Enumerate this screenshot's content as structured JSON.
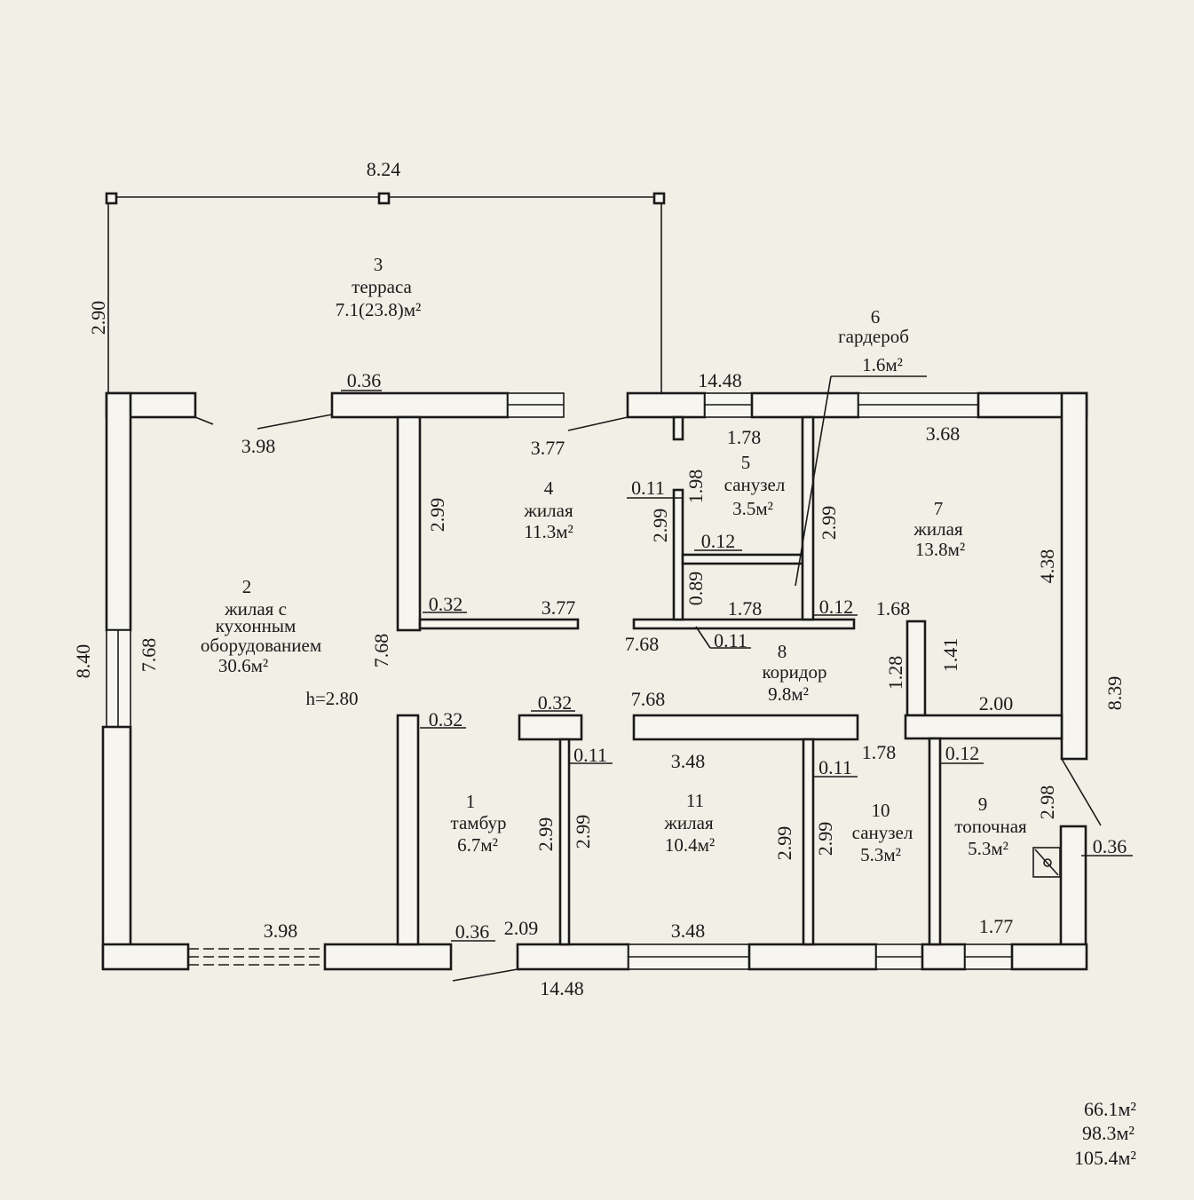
{
  "terrace": {
    "num": "3",
    "name": "терраса",
    "area": "7.1(23.8)м²"
  },
  "rooms": [
    {
      "num": "1",
      "line1": "тамбур",
      "area": "6.7м²"
    },
    {
      "num": "2",
      "line1": "жилая с",
      "line2": "кухонным",
      "line3": "оборудованием",
      "area": "30.6м²",
      "height": "h=2.80"
    },
    {
      "num": "4",
      "line1": "жилая",
      "area": "11.3м²"
    },
    {
      "num": "5",
      "line1": "санузел",
      "area": "3.5м²"
    },
    {
      "num": "6",
      "line1": "гардероб",
      "area": "1.6м²"
    },
    {
      "num": "7",
      "line1": "жилая",
      "area": "13.8м²"
    },
    {
      "num": "8",
      "line1": "коридор",
      "area": "9.8м²"
    },
    {
      "num": "9",
      "line1": "топочная",
      "area": "5.3м²"
    },
    {
      "num": "10",
      "line1": "санузел",
      "area": "5.3м²"
    },
    {
      "num": "11",
      "line1": "жилая",
      "area": "10.4м²"
    }
  ],
  "dimensions": {
    "terrace_width": "8.24",
    "terrace_depth": "2.90",
    "overall_width_top": "14.48",
    "overall_width_bottom": "14.48",
    "overall_depth_left": "8.40",
    "overall_depth_right": "8.39",
    "wall_036_top": "0.36",
    "wall_036_bottom": "0.36",
    "wall_036_right": "0.36",
    "room2_top_width": "3.98",
    "room2_bottom_width": "3.98",
    "room2_depth_left": "7.68",
    "room2_depth_right": "7.68",
    "room4_top_width": "3.77",
    "room4_bottom_width": "3.77",
    "room4_depth_left": "2.99",
    "room4_depth_right": "2.99",
    "room4_wall_left": "0.32",
    "room4_wall_right": "0.11",
    "room5_width_top": "1.78",
    "room5_depth": "1.98",
    "room5_wall": "0.12",
    "room6_depth": "0.89",
    "room6_width": "1.78",
    "room6_wall": "0.12",
    "room7_width": "3.68",
    "room7_depth_left": "2.99",
    "room7_depth_right": "4.38",
    "corridor_len_left": "7.68",
    "corridor_wall": "0.11",
    "corridor_len_mid": "7.68",
    "corridor_step_width": "1.68",
    "corridor_step_depth1": "1.28",
    "corridor_step_depth2": "1.41",
    "room9_width_top": "2.00",
    "room9_width_bottom": "1.77",
    "room9_depth": "2.98",
    "room9_wall": "0.12",
    "room10_width_top": "1.78",
    "room10_depth_left": "2.99",
    "room10_depth_right": "2.99",
    "room10_wall": "0.11",
    "room11_width_top": "3.48",
    "room11_width_bottom": "3.48",
    "room11_wall": "0.11",
    "room1_wall_top": "0.32",
    "room1_wall_left": "0.32",
    "room1_width": "2.09",
    "room1_depth_left": "2.99",
    "room1_depth_right": "2.99"
  },
  "totals": [
    "66.1м²",
    "98.3м²",
    "105.4м²"
  ],
  "colors": {
    "paper": "#f2efe6",
    "ink": "#1a1a1a",
    "wall_fill": "#f7f5ef"
  }
}
